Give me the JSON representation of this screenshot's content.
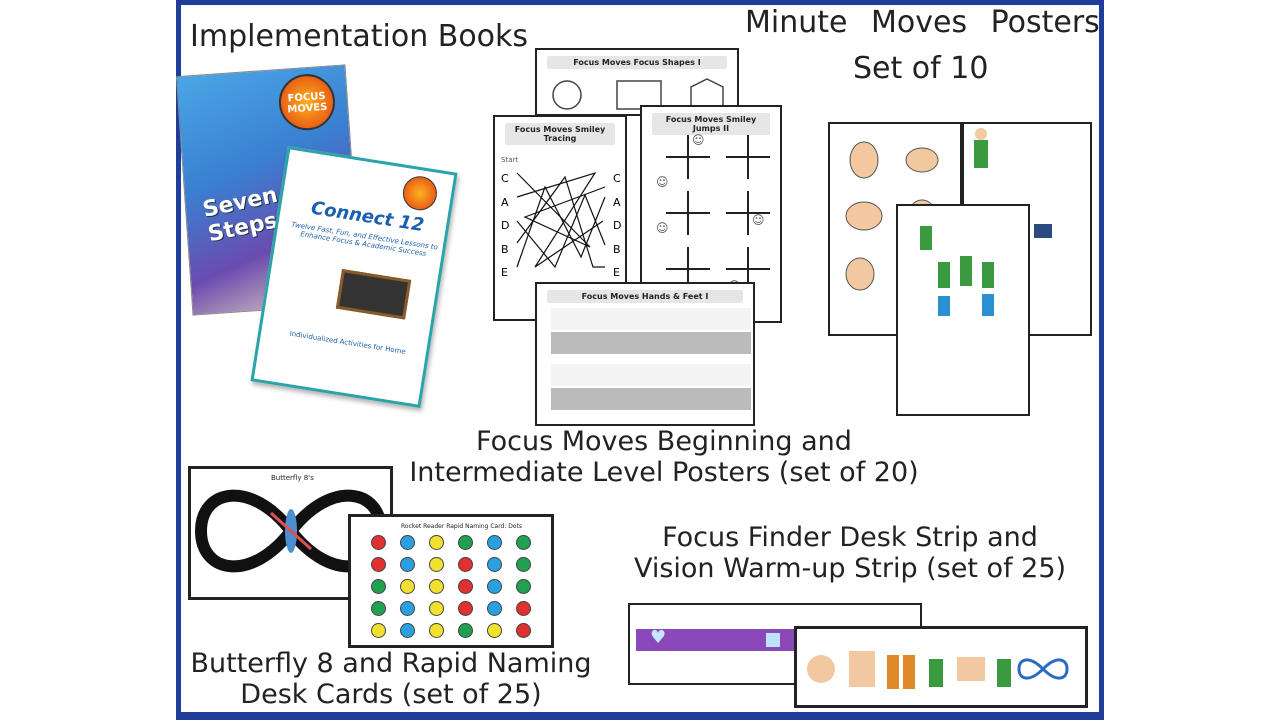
{
  "headings": {
    "implementation_books": "Implementation Books",
    "minute_moves": "Minute Moves Posters",
    "set_of_10": "Set of 10",
    "focus_moves_line1": "Focus Moves Beginning and",
    "focus_moves_line2": "Intermediate Level Posters (set of 20)",
    "focus_finder_line1": "Focus Finder Desk Strip and",
    "focus_finder_line2": "Vision Warm-up Strip (set of 25)",
    "butterfly_line1": "Butterfly 8 and Rapid Naming",
    "butterfly_line2": "Desk Cards (set of 25)"
  },
  "books": {
    "book1_title": "Seven Steps",
    "book1_logo": "FOCUS MOVES",
    "book2_title": "Connect 12",
    "book2_subtitle": "Twelve Fast, Fun, and Effective Lessons to Enhance Focus & Academic Success",
    "book2_footer": "Individualized Activities for Home"
  },
  "posters": {
    "shapes_title": "Focus Moves Focus Shapes I",
    "tracing_title": "Focus Moves Smiley Tracing",
    "jumps_title": "Focus Moves Smiley Jumps II",
    "hands_feet_title": "Focus Moves Hands & Feet I",
    "tracing_letters": [
      "C",
      "A",
      "D",
      "B",
      "E"
    ],
    "tracing_letters_right": [
      "C",
      "A",
      "D",
      "B",
      "E"
    ]
  },
  "cards": {
    "butterfly_title": "Butterfly 8's",
    "rapid_title": "Rocket Reader Rapid Naming Card: Dots",
    "dot_colors": [
      [
        "#e03030",
        "#2aa0e0",
        "#f0e030",
        "#20a050",
        "#2aa0e0",
        "#20a050"
      ],
      [
        "#e03030",
        "#2aa0e0",
        "#f0e030",
        "#e03030",
        "#2aa0e0",
        "#20a050"
      ],
      [
        "#20a050",
        "#f0e030",
        "#f0e030",
        "#e03030",
        "#2aa0e0",
        "#20a050"
      ],
      [
        "#20a050",
        "#2aa0e0",
        "#f0e030",
        "#e03030",
        "#2aa0e0",
        "#e03030"
      ],
      [
        "#f0e030",
        "#2aa0e0",
        "#f0e030",
        "#20a050",
        "#f0e030",
        "#e03030"
      ]
    ]
  },
  "colors": {
    "frame_blue": "#1f3d9a",
    "strip_purple": "#8a48b8"
  }
}
